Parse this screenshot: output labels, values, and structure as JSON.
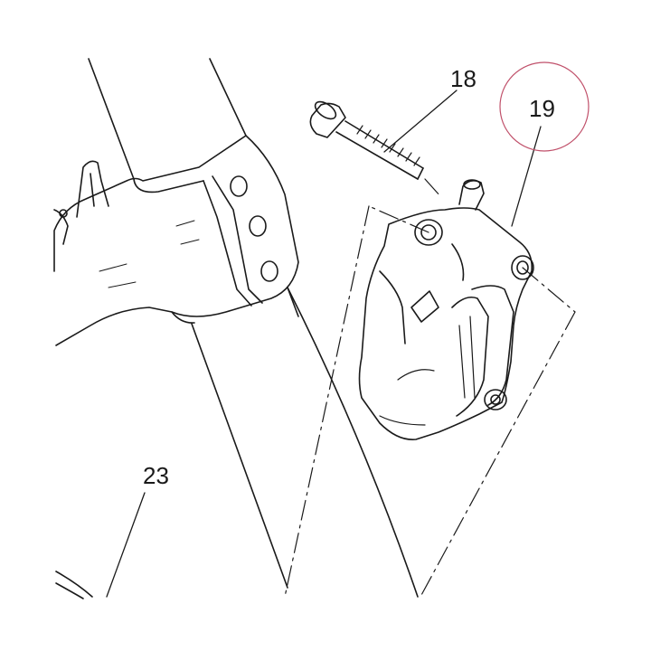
{
  "callouts": {
    "bolt": "18",
    "caliper": "19",
    "fork_leg": "23"
  },
  "colors": {
    "line": "#1a1a1a",
    "highlight_circle": "#c0506a",
    "background": "#ffffff"
  }
}
